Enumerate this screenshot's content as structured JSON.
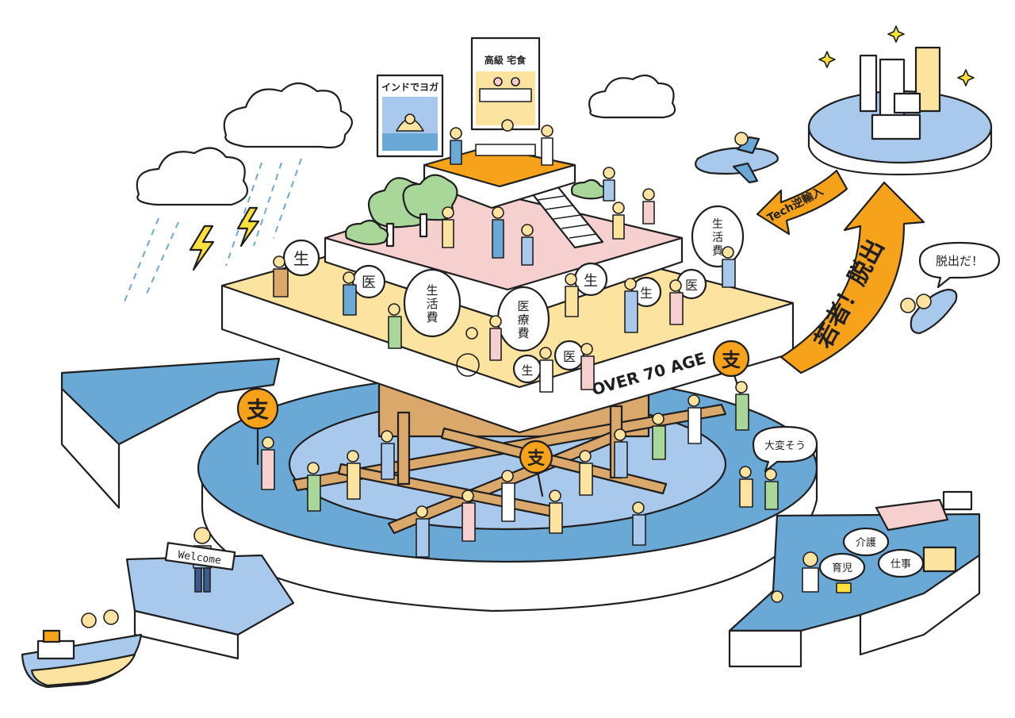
{
  "labels": {
    "over70": "OVER 70 AGE",
    "welcome": "Welcome",
    "yoga": "インドでヨガ",
    "takushoku": "高級 宅食",
    "tech": "Tech逆輸入",
    "escape_arrow": "若者！脱出",
    "dasshutsu": "脱出だ！",
    "taihen": "大変そう",
    "sasae": "支",
    "sei": "生",
    "i": "医",
    "seikatsuhi": "生活費",
    "iryouhi": "医療費",
    "kaigo": "介護",
    "ikuji": "育児",
    "shigoto": "仕事"
  },
  "colors": {
    "outline": "#1f1f1f",
    "blue_light": "#a8c8ec",
    "blue_mid": "#6aa8d6",
    "blue_dark": "#5d9ccf",
    "yellow": "#fde3a0",
    "pink": "#f6d0cf",
    "orange": "#f7a21b",
    "green": "#a9d79a",
    "wood": "#d9a86a"
  }
}
